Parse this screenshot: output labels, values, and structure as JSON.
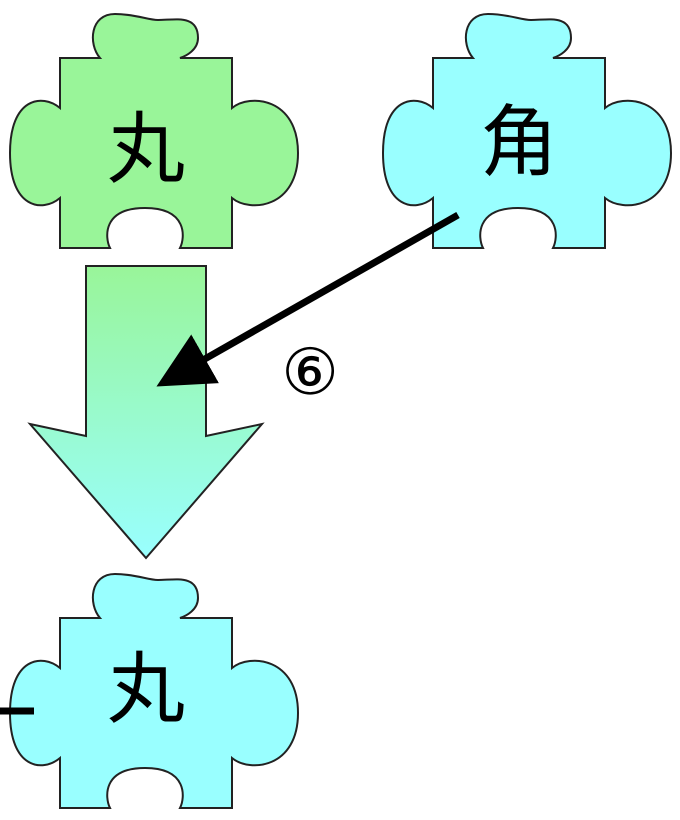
{
  "pieces": {
    "top_left": {
      "label": "丸",
      "color": "#99f599"
    },
    "top_right": {
      "label": "角",
      "color": "#99ffff"
    },
    "bottom": {
      "label": "丸",
      "color": "#99ffff"
    }
  },
  "transform_arrow": {
    "gradient_top": "#99f599",
    "gradient_bottom": "#99ffff"
  },
  "step": {
    "label": "⑥"
  }
}
